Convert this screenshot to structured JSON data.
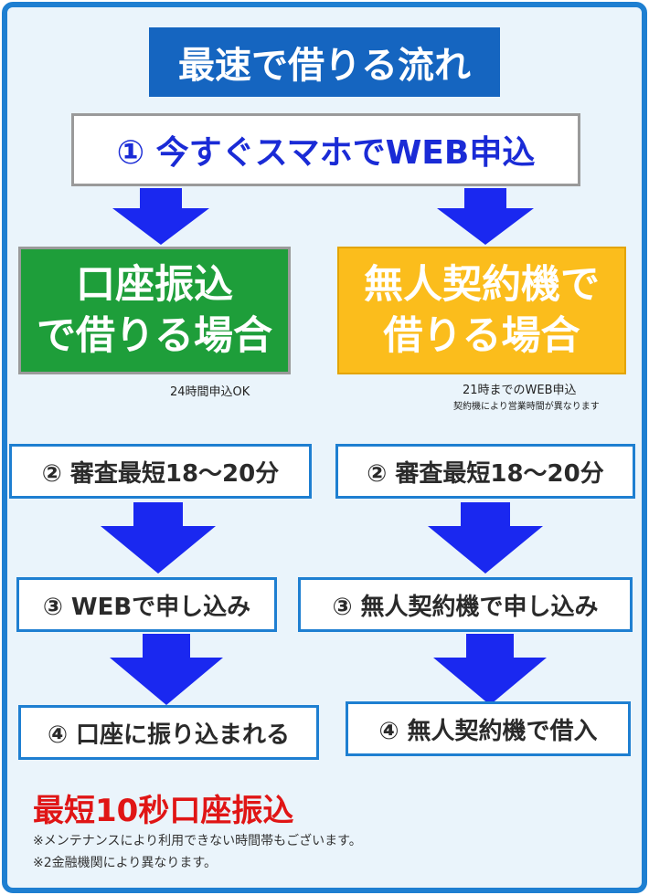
{
  "title": "最速で借りる流れ",
  "step1": "① 今すぐスマホでWEB申込",
  "left": {
    "case_line1": "口座振込",
    "case_line2": "で借りる場合",
    "note": "24時間申込OK",
    "step2": "② 審査最短18～20分",
    "step3": "③ WEBで申し込み",
    "step4": "④ 口座に振り込まれる"
  },
  "right": {
    "case_line1": "無人契約機で",
    "case_line2": "借りる場合",
    "note1": "21時までのWEB申込",
    "note2": "契約機により営業時間が異なります",
    "step2": "② 審査最短18～20分",
    "step3": "③ 無人契約機で申し込み",
    "step4": "④ 無人契約機で借入"
  },
  "promo": "最短10秒口座振込",
  "footnotes": [
    "※メンテナンスにより利用できない時間帯もございます。",
    "※2金融機関により異なります。"
  ],
  "colors": {
    "frame": "#1e7fd1",
    "title_bg": "#1565c0",
    "arrow": "#1a28f0",
    "left_case": "#1e9e3a",
    "right_case": "#fbbd1c",
    "promo": "#e01515"
  }
}
